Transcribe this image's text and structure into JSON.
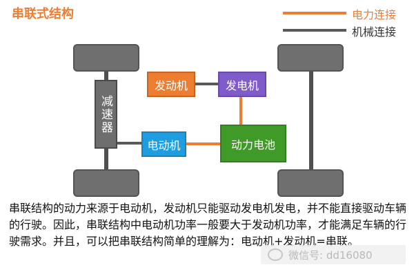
{
  "title": "串联式结构",
  "legend": {
    "electric": "电力连接",
    "mechanical": "机械连接"
  },
  "colors": {
    "electric_line": "#ed7d31",
    "mechanical_line": "#595959",
    "engine_box": "#ed7d31",
    "generator_box": "#7f5cc9",
    "motor_box": "#1e9ee0",
    "battery_box": "#3f9a28",
    "reducer_box": "#6e6e6e"
  },
  "components": {
    "reducer": "减速器",
    "engine": "发动机",
    "generator": "发电机",
    "motor": "电动机",
    "battery": "动力电池"
  },
  "description": "串联结构的动力来源于电动机，发动机只能驱动发电机发电，并不能直接驱动车辆的行驶。因此，串联结构中电动机功率一般要大于发动机功率，才能满足车辆的行驶需求。并且，可以把串联结构简单的理解为：电动机+发动机=串联。",
  "watermark": "微信号: dd16080"
}
